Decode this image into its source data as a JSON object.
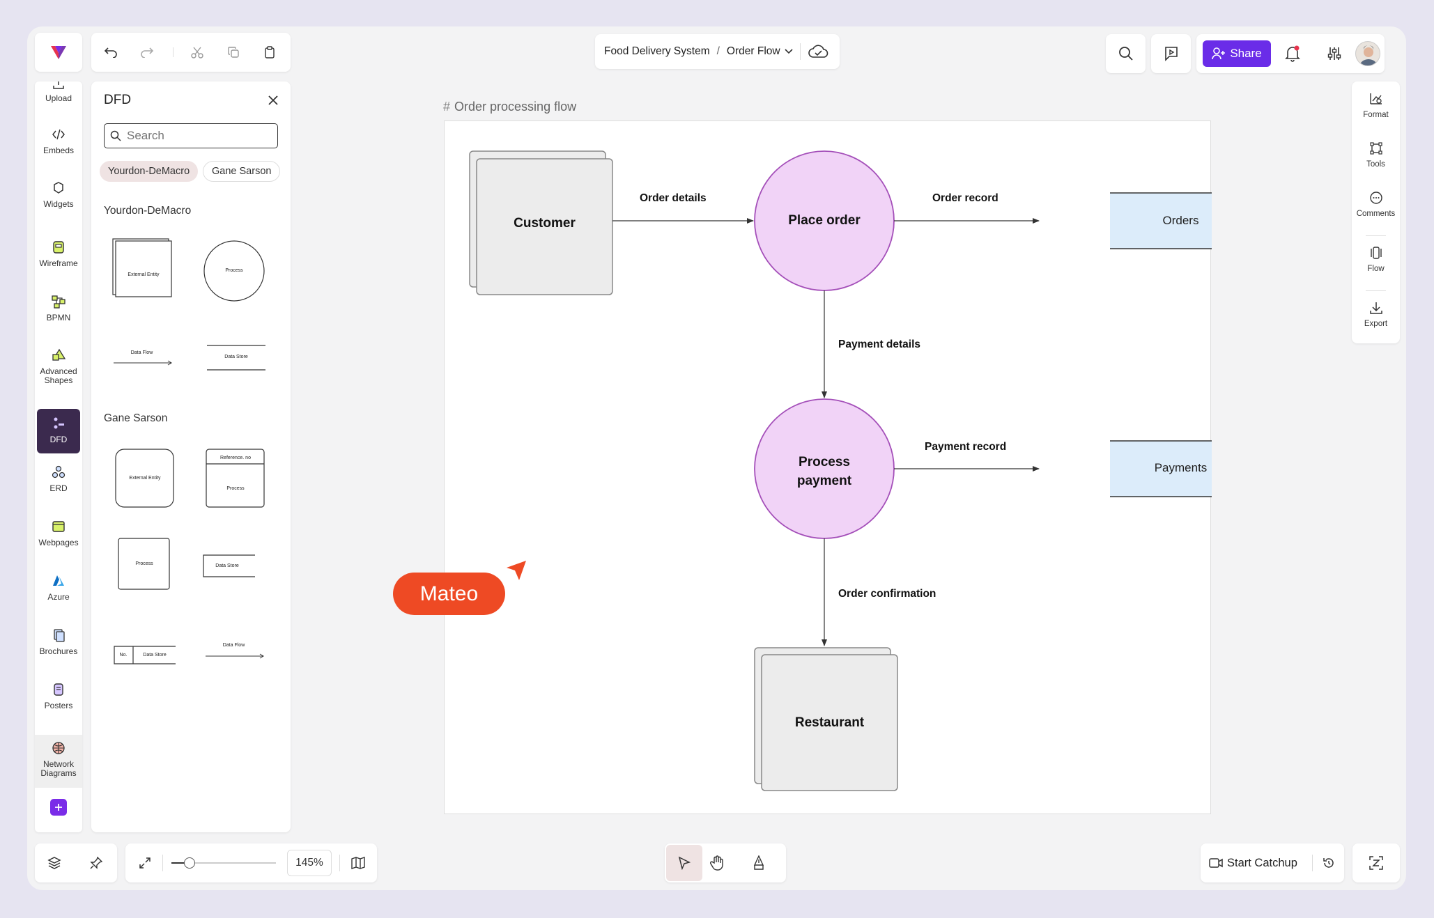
{
  "colors": {
    "accent": "#6a2ce8",
    "rail_active": "#3b2a4e",
    "process_fill": "#f1d3f7",
    "store_fill": "#dcecfa",
    "entity_fill": "#ececec",
    "cursor": "#ee4a24"
  },
  "toolbar": {
    "undo": "undo-icon",
    "redo": "redo-icon",
    "cut": "scissors-icon",
    "copy": "copy-icon",
    "paste": "clipboard-icon"
  },
  "breadcrumb": {
    "project": "Food Delivery System",
    "separator": "/",
    "page": "Order Flow"
  },
  "header": {
    "share_label": "Share"
  },
  "rail": {
    "items": [
      {
        "label": "Upload",
        "icon": "upload-icon"
      },
      {
        "label": "Embeds",
        "icon": "embed-icon"
      },
      {
        "label": "Widgets",
        "icon": "widget-icon"
      },
      {
        "label": "Wireframe",
        "icon": "wireframe-icon"
      },
      {
        "label": "BPMN",
        "icon": "bpmn-icon"
      },
      {
        "label": "Advanced Shapes",
        "icon": "shapes-icon"
      },
      {
        "label": "DFD",
        "icon": "dfd-icon"
      },
      {
        "label": "ERD",
        "icon": "erd-icon"
      },
      {
        "label": "Webpages",
        "icon": "webpage-icon"
      },
      {
        "label": "Azure",
        "icon": "azure-icon"
      },
      {
        "label": "Brochures",
        "icon": "brochure-icon"
      },
      {
        "label": "Posters",
        "icon": "poster-icon"
      },
      {
        "label": "Network Diagrams",
        "icon": "network-icon"
      }
    ]
  },
  "panel": {
    "title": "DFD",
    "search_placeholder": "Search",
    "chips": [
      "Yourdon-DeMacro",
      "Gane Sarson"
    ],
    "sections": {
      "yourdon": "Yourdon-DeMacro",
      "gane": "Gane Sarson"
    },
    "yourdon_shapes": {
      "external": "External Entity",
      "process": "Process",
      "flow": "Data Flow",
      "store": "Data Store"
    },
    "gane_shapes": {
      "external": "External Entity",
      "reference": "Reference. no",
      "process": "Process",
      "process2": "Process",
      "store": "Data Store",
      "no": "No.",
      "store2": "Data Store",
      "flow": "Data Flow"
    }
  },
  "canvas": {
    "frame_title": "Order processing flow",
    "nodes": {
      "customer": "Customer",
      "place_order": "Place order",
      "orders": "Orders",
      "process_payment_1": "Process",
      "process_payment_2": "payment",
      "payments": "Payments",
      "restaurant": "Restaurant"
    },
    "edges": {
      "order_details": "Order details",
      "order_record": "Order record",
      "payment_details": "Payment details",
      "payment_record": "Payment record",
      "order_confirmation": "Order confirmation"
    },
    "cursor_user": "Mateo"
  },
  "right_rail": {
    "items": [
      {
        "label": "Format",
        "icon": "format-icon"
      },
      {
        "label": "Tools",
        "icon": "tools-icon"
      },
      {
        "label": "Comments",
        "icon": "comment-icon"
      },
      {
        "label": "Flow",
        "icon": "flow-icon"
      },
      {
        "label": "Export",
        "icon": "export-icon"
      }
    ]
  },
  "bottom": {
    "zoom": "145%",
    "zoom_fraction": 0.17,
    "catchup_label": "Start Catchup"
  }
}
